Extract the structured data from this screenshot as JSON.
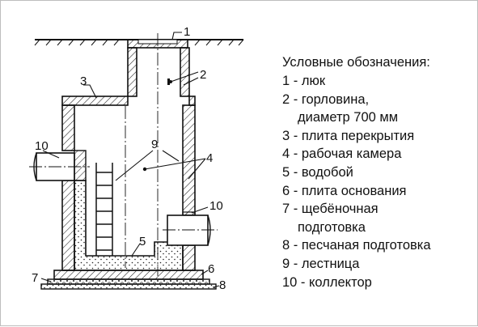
{
  "callouts": [
    "1",
    "2",
    "3",
    "4",
    "5",
    "6",
    "7",
    "8",
    "9",
    "10",
    "10"
  ],
  "legend": {
    "title": "Условные обозначения:",
    "items": [
      {
        "lines": [
          "1 - люк"
        ]
      },
      {
        "lines": [
          "2 - горловина,",
          "диаметр 700 мм"
        ]
      },
      {
        "lines": [
          "3 - плита перекрытия"
        ]
      },
      {
        "lines": [
          "4 - рабочая камера"
        ]
      },
      {
        "lines": [
          "5 - водобой"
        ]
      },
      {
        "lines": [
          "6 - плита основания"
        ]
      },
      {
        "lines": [
          "7 - щебёночная",
          "подготовка"
        ]
      },
      {
        "lines": [
          "8 - песчаная подготовка"
        ]
      },
      {
        "lines": [
          "9 - лестница"
        ]
      },
      {
        "lines": [
          "10 - коллектор"
        ]
      }
    ]
  }
}
